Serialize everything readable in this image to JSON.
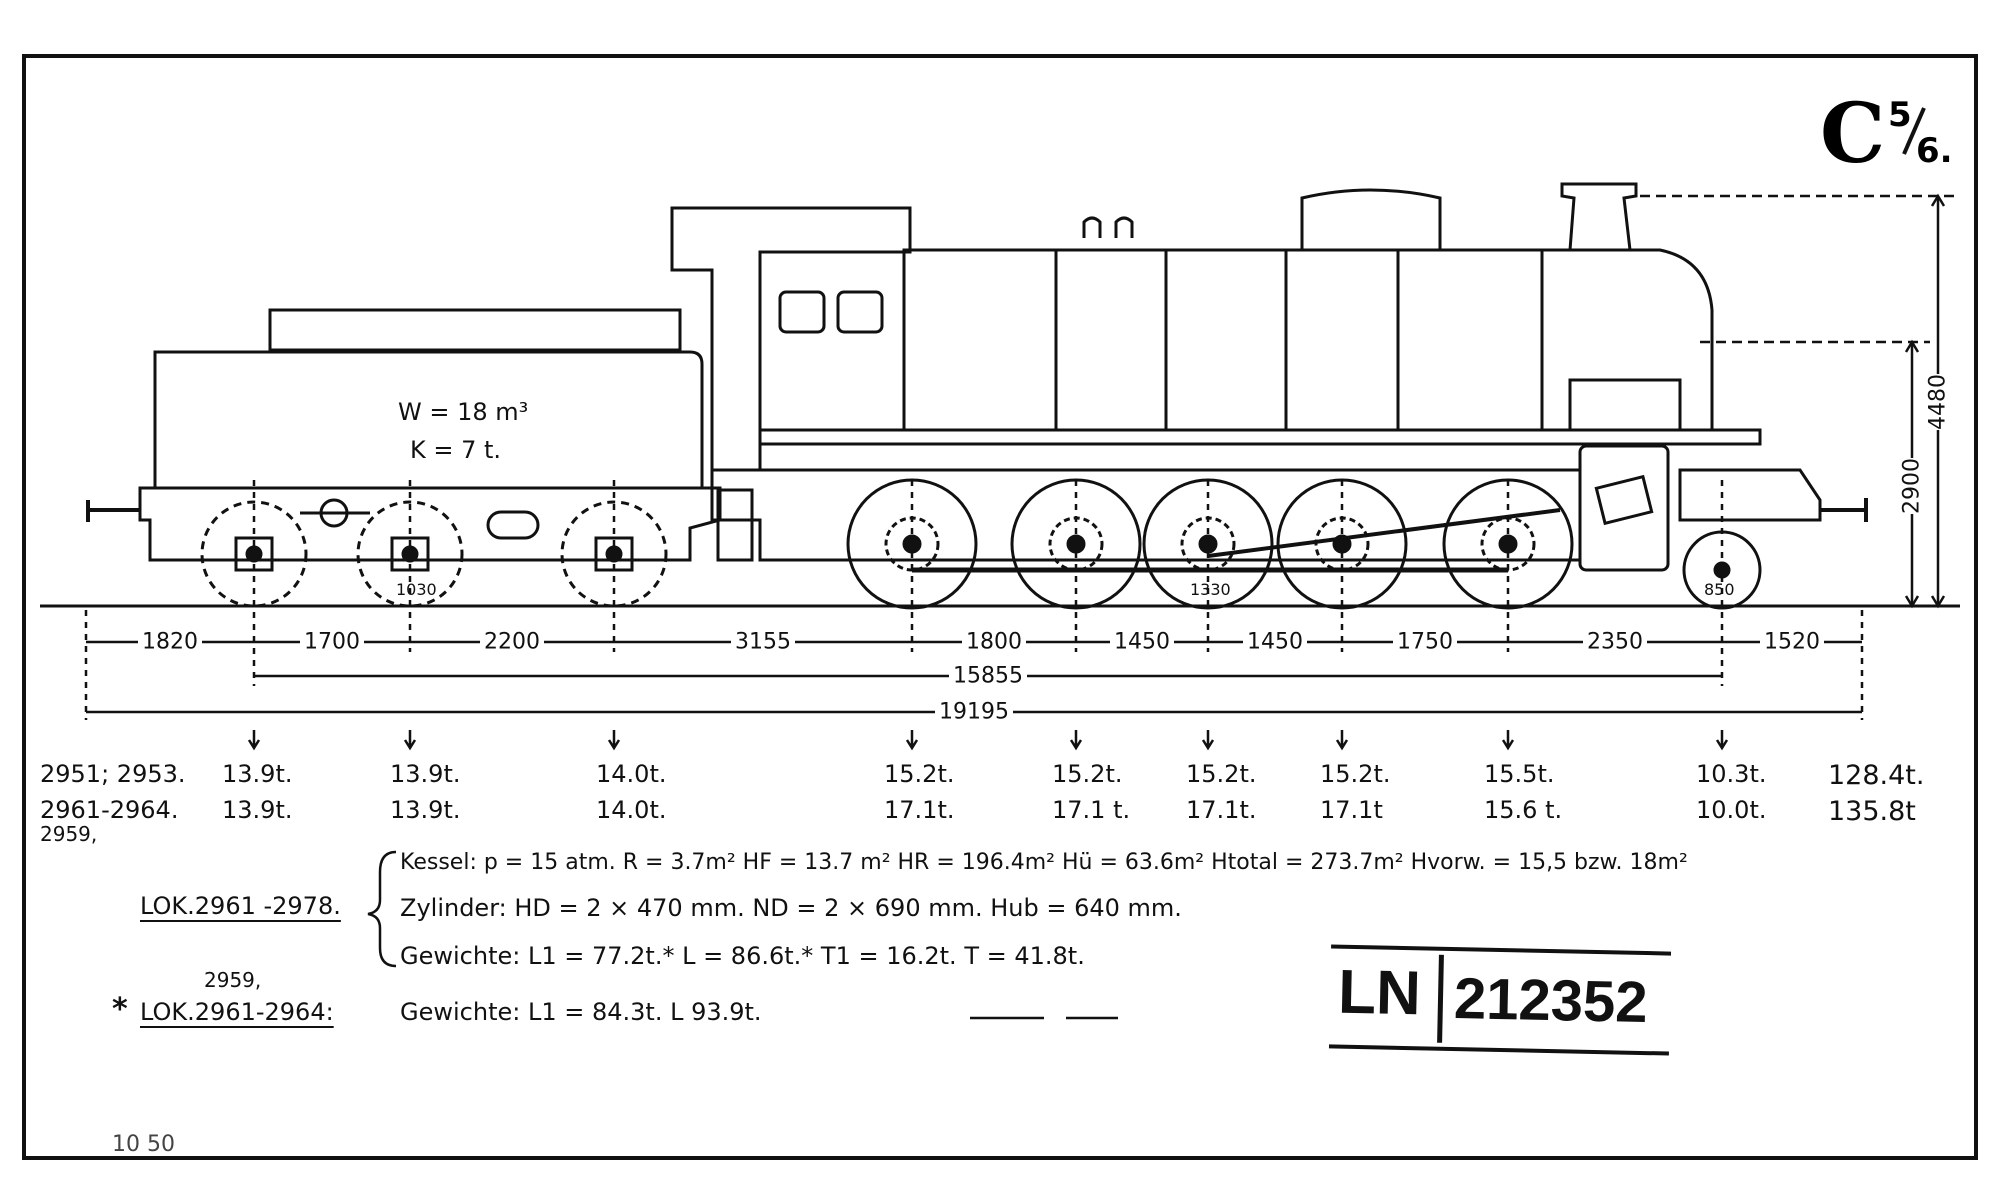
{
  "class_mark": {
    "letter": "C",
    "fraction_top": "5",
    "fraction_bottom": "6."
  },
  "tender_capacity": {
    "water": "W = 18 m³",
    "coal": "K = 7 t."
  },
  "wheel_diameters": {
    "tender": "1030",
    "driver": "1330",
    "leading": "850"
  },
  "vertical_dims": {
    "height_total": "4480",
    "boiler_axis": "2900"
  },
  "horizontal_dims": [
    "1820",
    "1700",
    "2200",
    "3155",
    "1800",
    "1450",
    "1450",
    "1750",
    "2350",
    "1520"
  ],
  "total_dims": {
    "wheelbase": "15855",
    "overall": "19195"
  },
  "axle_loads": {
    "row1_label": "2951; 2953.",
    "row2_label": "2961-2964.",
    "row2_sublabel": "2959,",
    "row1": [
      "13.9t.",
      "13.9t.",
      "14.0t.",
      "15.2t.",
      "15.2t.",
      "15.2t.",
      "15.2t.",
      "15.5t.",
      "10.3t."
    ],
    "row2": [
      "13.9t.",
      "13.9t.",
      "14.0t.",
      "17.1t.",
      "17.1 t.",
      "17.1t.",
      "17.1t",
      "15.6 t.",
      "10.0t."
    ],
    "total1": "128.4t.",
    "total2": "135.8t"
  },
  "specs": {
    "lok_a": "LOK.2961 -2978.",
    "kessel": "Kessel: p = 15 atm. R = 3.7m² HF = 13.7 m² HR = 196.4m² Hü = 63.6m² Htotal = 273.7m² Hvorw. = 15,5 bzw. 18m²",
    "zylinder": "Zylinder: HD = 2 × 470 mm. ND = 2 × 690 mm. Hub = 640 mm.",
    "gewichte_a": "Gewichte: L1 = 77.2t.* L = 86.6t.* T1 = 16.2t. T = 41.8t.",
    "lok_b_star": "*",
    "lok_b_sup": "2959,",
    "lok_b": "LOK.2961-2964:",
    "gewichte_b": "Gewichte: L1 = 84.3t. L 93.9t."
  },
  "stamp": {
    "prefix": "LN",
    "number": "212352"
  },
  "corner_note": "10 50"
}
